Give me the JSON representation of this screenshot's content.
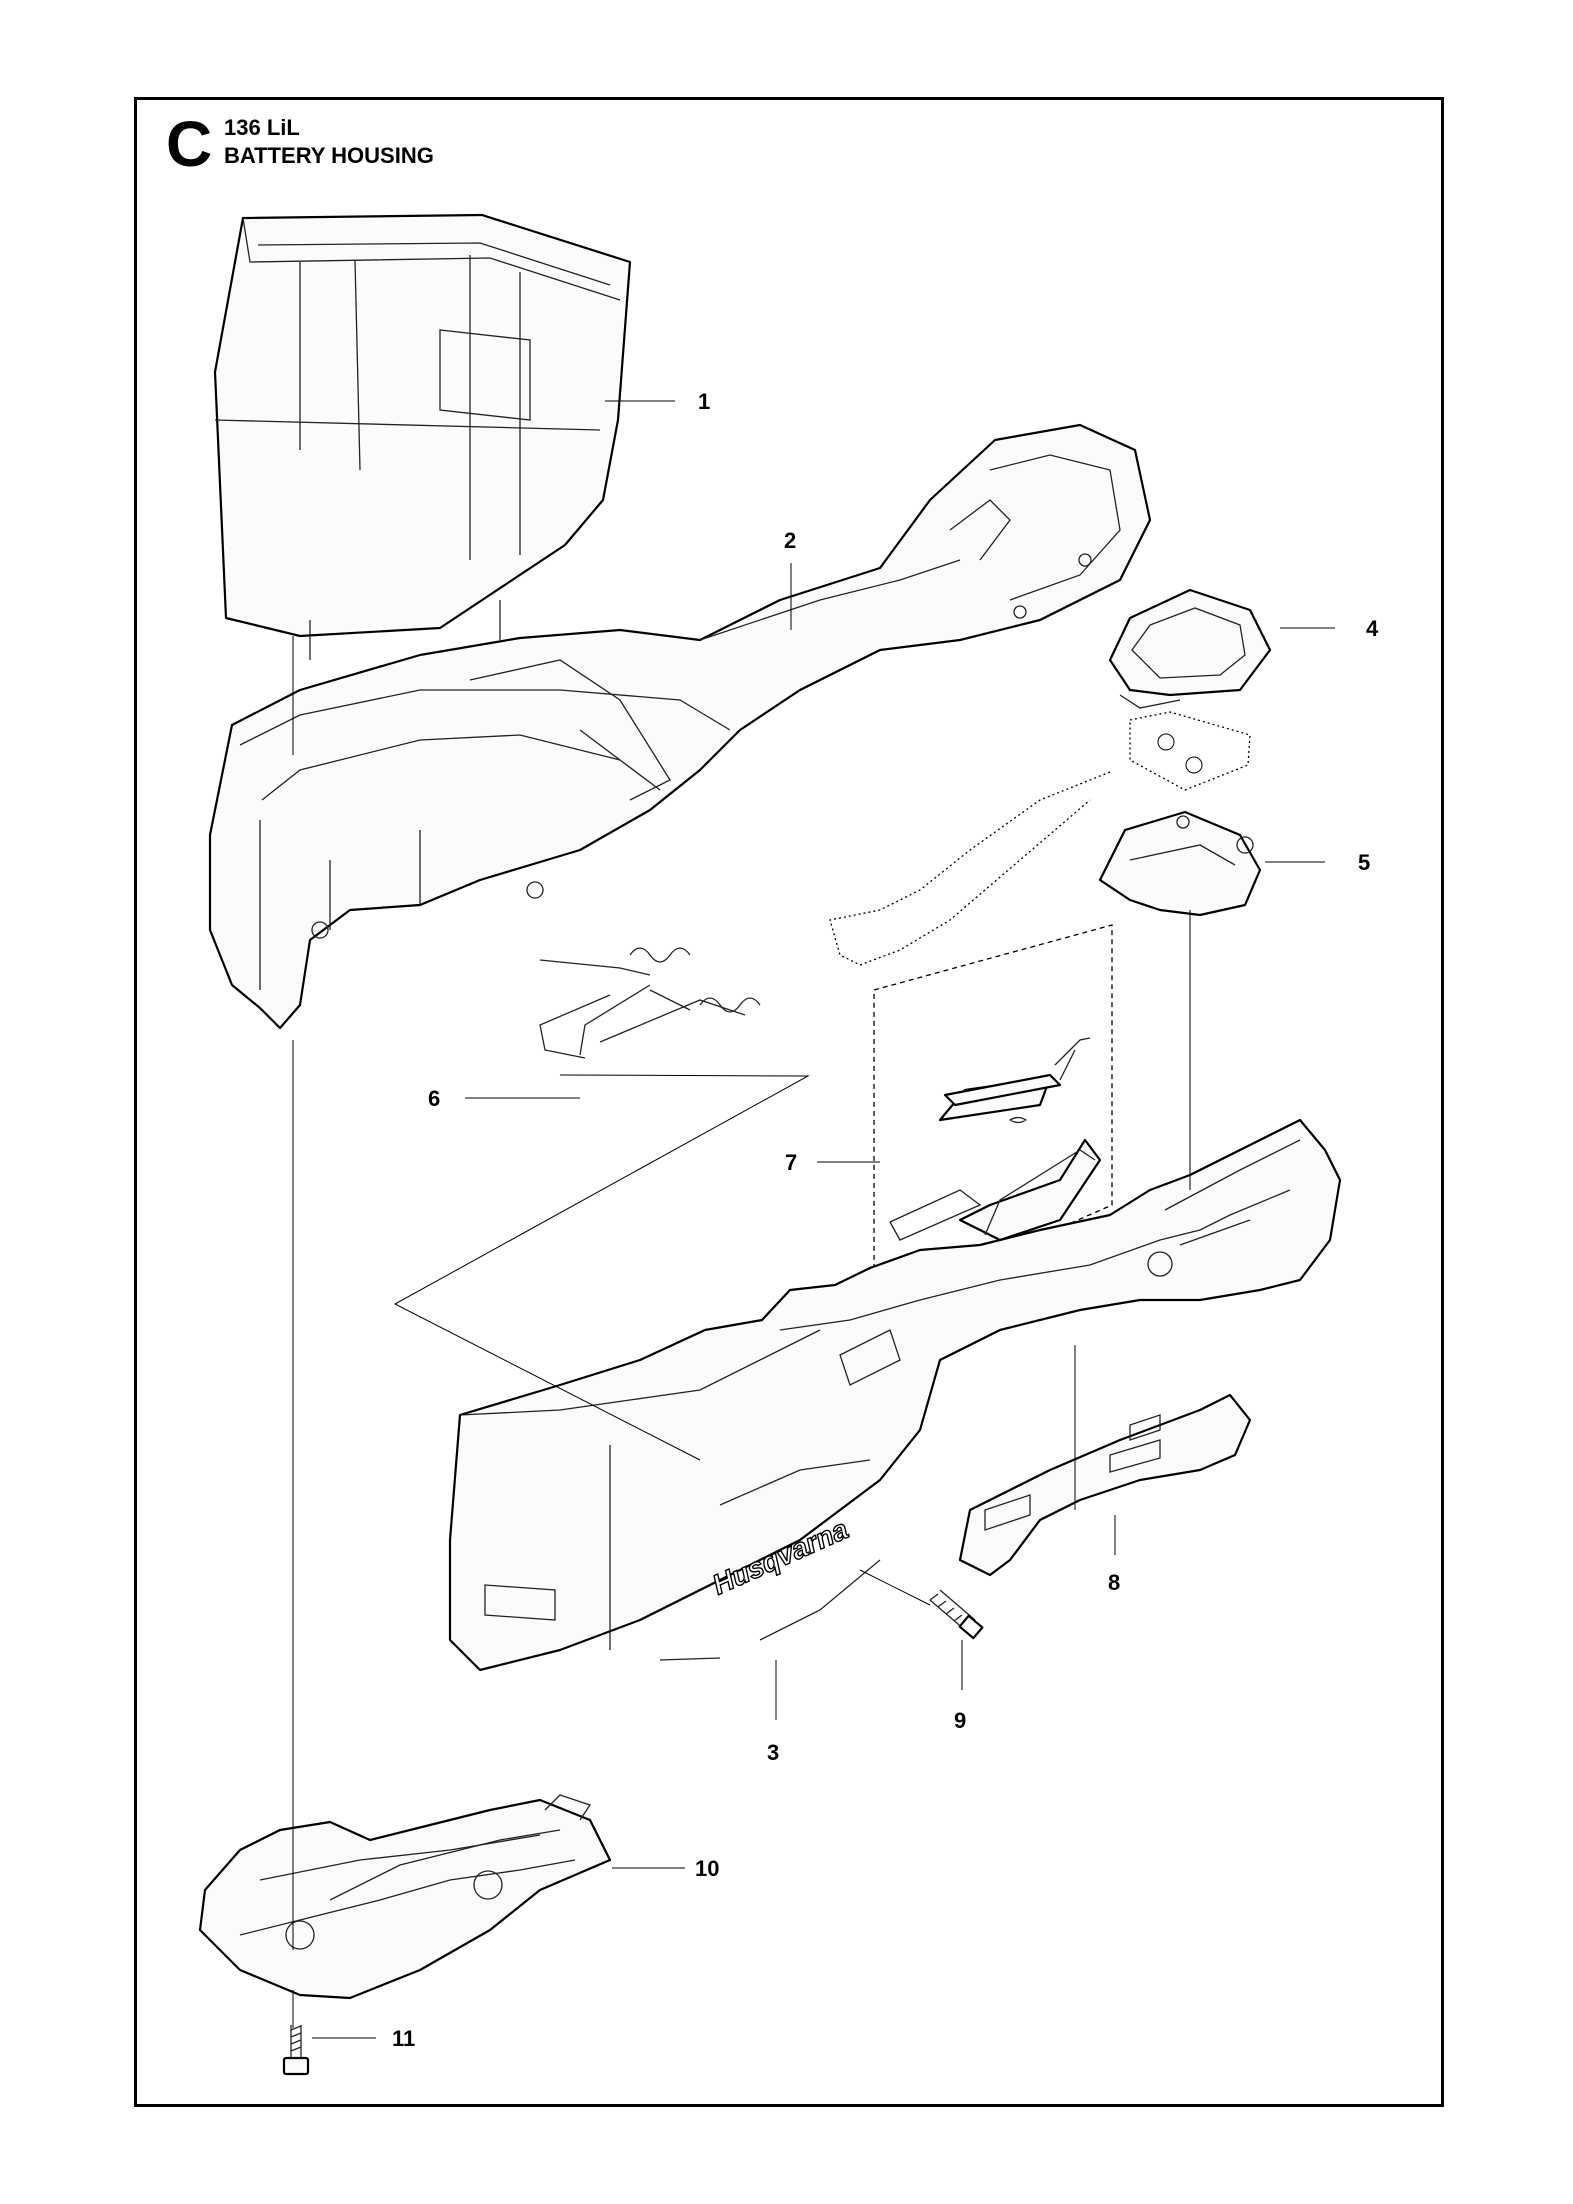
{
  "header": {
    "section_letter": "C",
    "model": "136 LiL",
    "title": "BATTERY HOUSING"
  },
  "brand_logo_text": "Husqvarna",
  "callouts": [
    "1",
    "2",
    "3",
    "4",
    "5",
    "6",
    "7",
    "8",
    "9",
    "10",
    "11"
  ]
}
